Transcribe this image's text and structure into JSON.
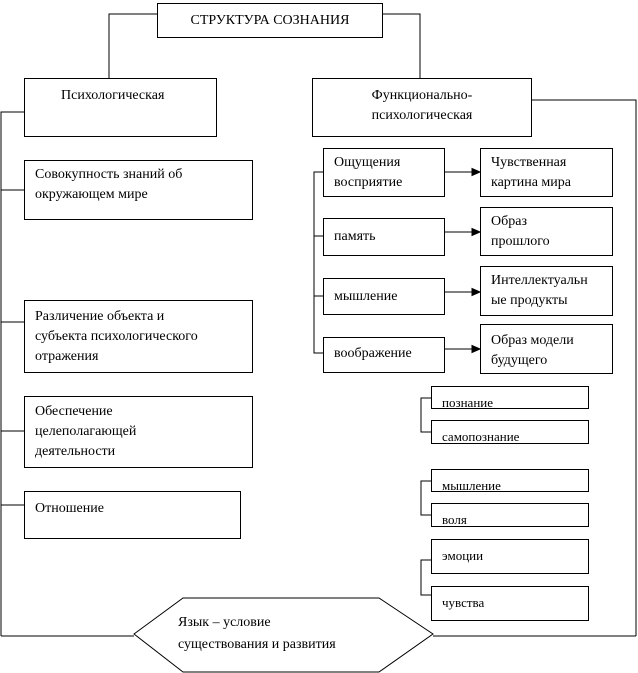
{
  "diagram": {
    "title": "СТРУКТУРА СОЗНАНИЯ",
    "branches": {
      "psychological": "Психологическая",
      "functional": "Функционально-\nпсихологическая"
    },
    "left_items": [
      "Совокупность знаний об\nокружающем мире",
      "Различение объекта и\nсубъекта психологического\nотражения",
      "Обеспечение\nцелеполагающей\nдеятельности",
      "Отношение"
    ],
    "functions": [
      "Ощущения\nвосприятие",
      "память",
      "мышление",
      "воображение"
    ],
    "results": [
      "Чувственная\nкартина мира",
      "Образ\nпрошлого",
      "Интеллектуальн\nые продукты",
      "Образ модели\nбудущего"
    ],
    "pairs": [
      [
        "познание",
        "самопознание"
      ],
      [
        "мышление",
        "воля"
      ],
      [
        "эмоции",
        "чувства"
      ]
    ],
    "bottom": "Язык – условие\nсуществования и развития"
  }
}
